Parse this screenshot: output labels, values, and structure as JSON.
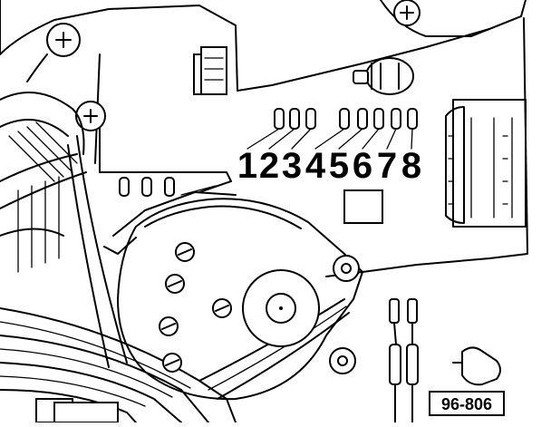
{
  "callouts": [
    "1",
    "2",
    "3",
    "4",
    "5",
    "6",
    "7",
    "8"
  ],
  "reference_code": "96-806"
}
